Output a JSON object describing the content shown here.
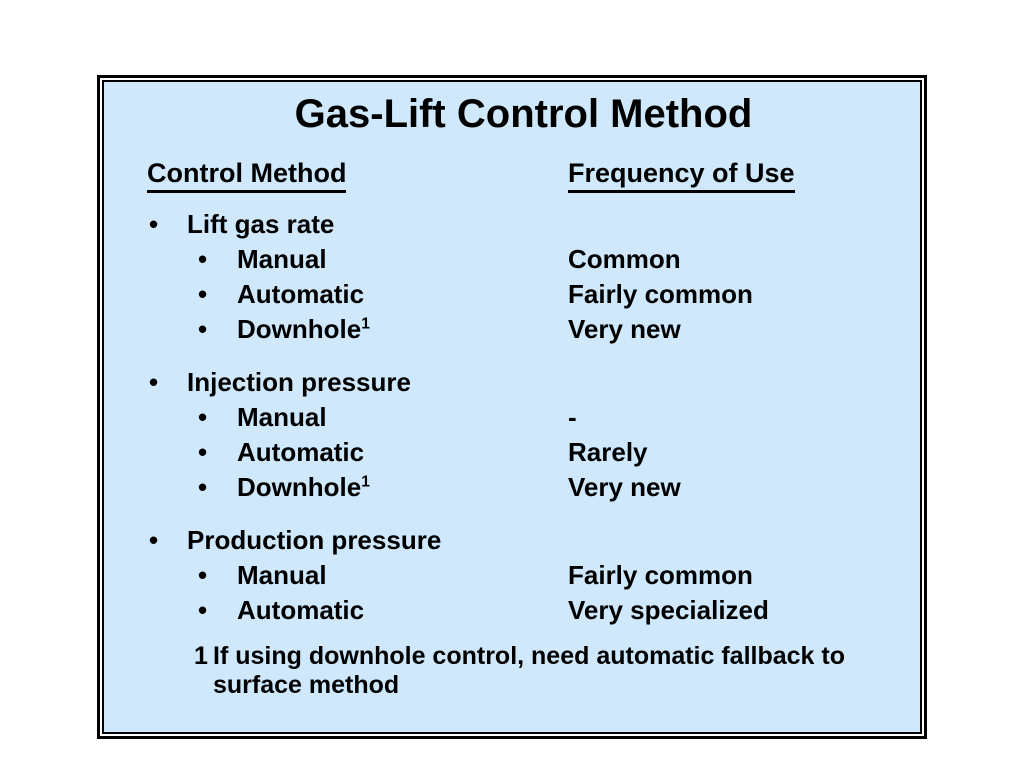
{
  "slide": {
    "title": "Gas-Lift Control Method",
    "bullet_char": "•",
    "column_headers": {
      "method": "Control Method",
      "frequency": "Frequency of Use"
    },
    "sections": [
      {
        "heading": "Lift gas rate",
        "items": [
          {
            "method": "Manual",
            "frequency": "Common"
          },
          {
            "method": "Automatic",
            "frequency": "Fairly common"
          },
          {
            "method": "Downhole",
            "method_sup": "1",
            "frequency": "Very new"
          }
        ]
      },
      {
        "heading": "Injection pressure",
        "items": [
          {
            "method": "Manual",
            "frequency": "-"
          },
          {
            "method": "Automatic",
            "frequency": "Rarely"
          },
          {
            "method": "Downhole",
            "method_sup": "1",
            "frequency": "Very new"
          }
        ]
      },
      {
        "heading": "Production pressure",
        "items": [
          {
            "method": "Manual",
            "frequency": "Fairly common"
          },
          {
            "method": "Automatic",
            "frequency": "Very specialized"
          }
        ]
      }
    ],
    "footnote": {
      "marker": "1",
      "line1": "If using downhole control, need automatic fallback to",
      "line2": "surface method"
    },
    "colors": {
      "slide_background": "#cfe8fb",
      "page_background": "#ffffff",
      "frame_border": "#000000",
      "text": "#000000"
    }
  }
}
